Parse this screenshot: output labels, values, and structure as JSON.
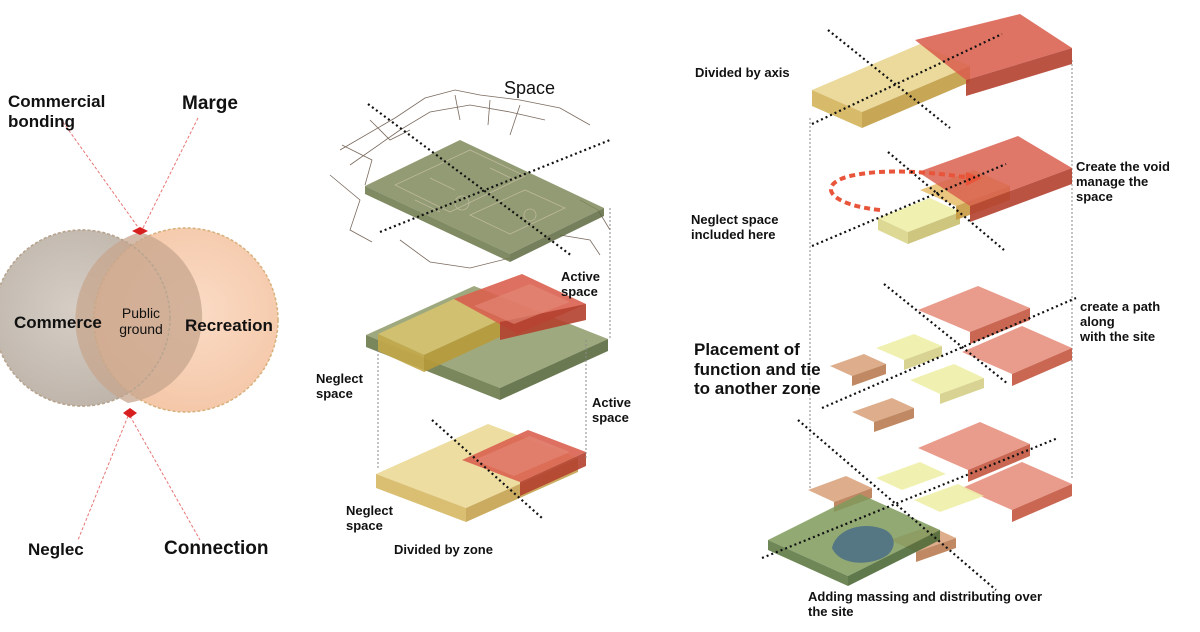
{
  "venn": {
    "commercial_bonding": "Commercial\nbonding",
    "marge": "Marge",
    "commerce": "Commerce",
    "public_ground": "Public\nground",
    "recreation": "Recreation",
    "neglec": "Neglec",
    "connection": "Connection"
  },
  "middle": {
    "space_title": "Space",
    "active_space_1": "Active\nspace",
    "neglect_space_1": "Neglect\nspace",
    "active_space_2": "Active\nspace",
    "neglect_space_2": "Neglect\nspace",
    "divided_by_zone": "Divided by zone"
  },
  "right": {
    "divided_by_axis": "Divided by axis",
    "create_void": "Create the void\nmanage the\nspace",
    "neglect_included": "Neglect space\nincluded here",
    "create_path": "create a path\nalong\nwith the site",
    "placement": "Placement of\nfunction and tie\nto another zone",
    "adding_massing": "Adding massing and distributing over\nthe site"
  },
  "colors": {
    "commerce_circle": "#c8bfb6",
    "recreation_circle": "#f7cdb0",
    "overlap": "#c9a78f",
    "connector_line": "#e87575",
    "marker": "#d81f1f",
    "red_block": "#d9604f",
    "yellow_block": "#e8d48a",
    "green_block": "#7f8a5c",
    "pale_yellow_block": "#eef0a8",
    "brown_block": "#d9a47f",
    "mass_blue": "#4a6f86"
  }
}
